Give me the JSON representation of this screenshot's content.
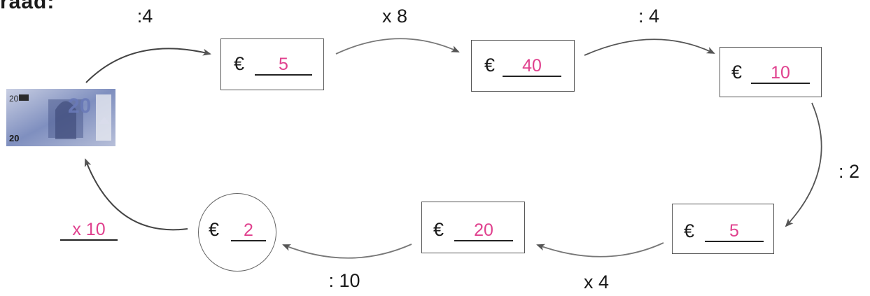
{
  "header": {
    "fragment": "raad:"
  },
  "start": {
    "banknote_value": "20",
    "icon": "euro-banknote-icon"
  },
  "operations": [
    ":4",
    "x 8",
    ": 4",
    ": 2",
    "x 4",
    ": 10"
  ],
  "boxes": [
    {
      "currency": "€",
      "answer": "5"
    },
    {
      "currency": "€",
      "answer": "40"
    },
    {
      "currency": "€",
      "answer": "10"
    },
    {
      "currency": "€",
      "answer": "5"
    },
    {
      "currency": "€",
      "answer": "20"
    },
    {
      "currency": "€",
      "answer": "2"
    }
  ],
  "return_operation": {
    "answer": "x 10"
  },
  "colors": {
    "answer": "#e0418e",
    "arrow": "#666666",
    "ink": "#1a1a1a"
  }
}
